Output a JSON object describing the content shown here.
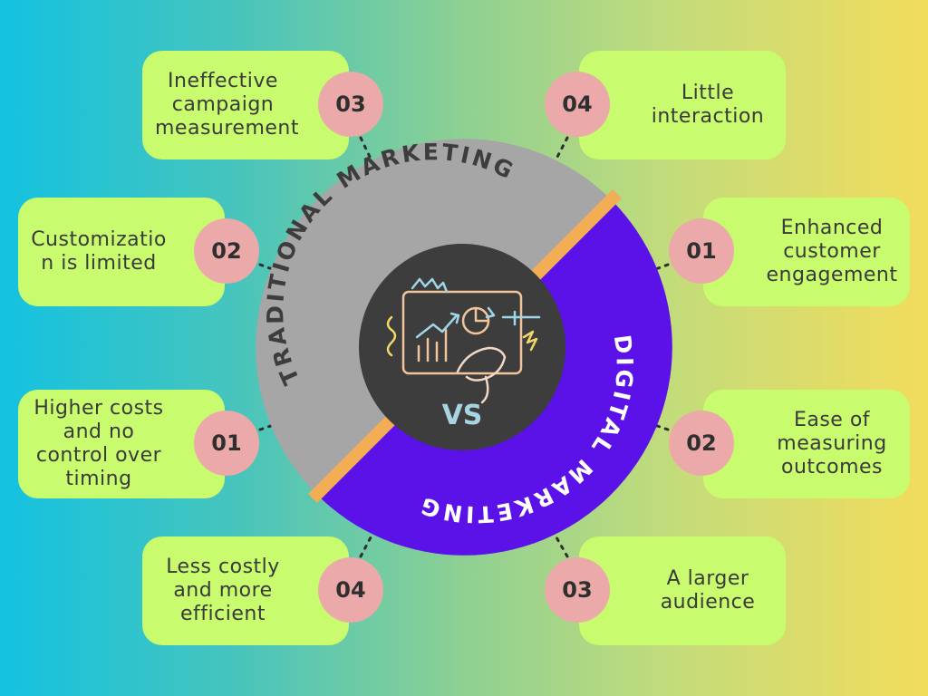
{
  "center": {
    "top_label": "TRADITIONAL MARKETING",
    "bottom_label": "DIGITAL MARKETING",
    "vs": "VS"
  },
  "traditional": [
    {
      "number": "03",
      "text": "Ineffective campaign measurement"
    },
    {
      "number": "02",
      "text": "Customization is limited"
    },
    {
      "number": "01",
      "text": "Higher costs and no control over timing"
    },
    {
      "number": "04",
      "text": "Less costly and more efficient"
    }
  ],
  "digital": [
    {
      "number": "04",
      "text": "Little interaction"
    },
    {
      "number": "01",
      "text": "Enhanced customer engagement"
    },
    {
      "number": "02",
      "text": "Ease of measuring outcomes"
    },
    {
      "number": "03",
      "text": "A larger audience"
    }
  ],
  "colors": {
    "card": "#c8fb6e",
    "badge": "#eba9a9",
    "traditional_ring": "#a6a6a6",
    "digital_ring": "#5a12e8",
    "divider": "#f2ad55",
    "core": "#3d3d3d"
  },
  "icons": [
    "growth-chart-board-icon"
  ]
}
